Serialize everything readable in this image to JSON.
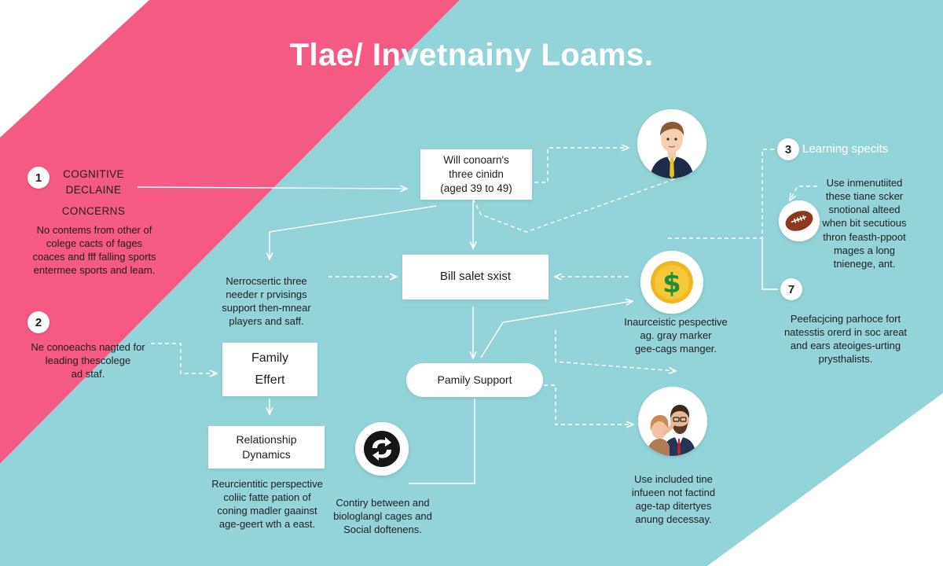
{
  "title": "Tlae/ Invetnainy Loams.",
  "colors": {
    "pink": "#f45a84",
    "teal": "#93d4d8",
    "white": "#ffffff"
  },
  "badges": {
    "b1": "1",
    "b2": "2",
    "b3": "3",
    "b7": "7"
  },
  "left": {
    "cognitive_heading": [
      "COGNITIVE",
      "DECLAINE",
      "CONCERNS"
    ],
    "cognitive_text": [
      "No contems from other of",
      "colege cacts of fages",
      "coaces and fff falling sports",
      "entermee sports and leam."
    ],
    "coaches_text": [
      "Ne conoeachs nagted for",
      "leading thescolege",
      "ad staf."
    ]
  },
  "boxes": {
    "concerns": [
      "Will conoarn's",
      "three cinidn",
      "(aged 39 to 49)"
    ],
    "bill": "Bill salet sxist",
    "family_effert": [
      "Family",
      "Effert"
    ],
    "relationship": [
      "Relationship",
      "Dynamics"
    ],
    "family_support": "Pamily Support"
  },
  "texts": {
    "nerrocsertic": [
      "Nerrocsertic three",
      "needer r prvisings",
      "support then-mnear",
      "players and saff."
    ],
    "reurcientitic": [
      "Reurcientitic perspective",
      "coliic fatte pation of",
      "coning madler gaainst",
      "age-geert wth a east."
    ],
    "contiry": [
      "Contiry between and",
      "biologlangl cages and",
      "Social doftenens."
    ],
    "inaurceistic": [
      "Inaurceistic pespective",
      "ag. gray marker",
      "gee-cags manger."
    ],
    "use_included": [
      "Use included tine",
      "infueen not factind",
      "age-tap ditertyes",
      "anung decessay."
    ],
    "learning_title": "Learning specits",
    "learning_text": [
      "Use inmenutiited",
      "these tiane scker",
      "snotional alteed",
      "when bit secutious",
      "thron feasth-ppoot",
      "mages a long",
      "tnienege, ant."
    ],
    "peefacing": [
      "Peefacjcing parhoce fort",
      "natesstis orerd in soc areat",
      "and ears ateoiges-urting",
      "prysthalists."
    ]
  },
  "icons": {
    "person_top": "businessman-avatar-icon",
    "dollar": "dollar-coin-icon",
    "football": "football-icon",
    "swap": "swap-arrows-icon",
    "family": "family-avatar-icon"
  }
}
